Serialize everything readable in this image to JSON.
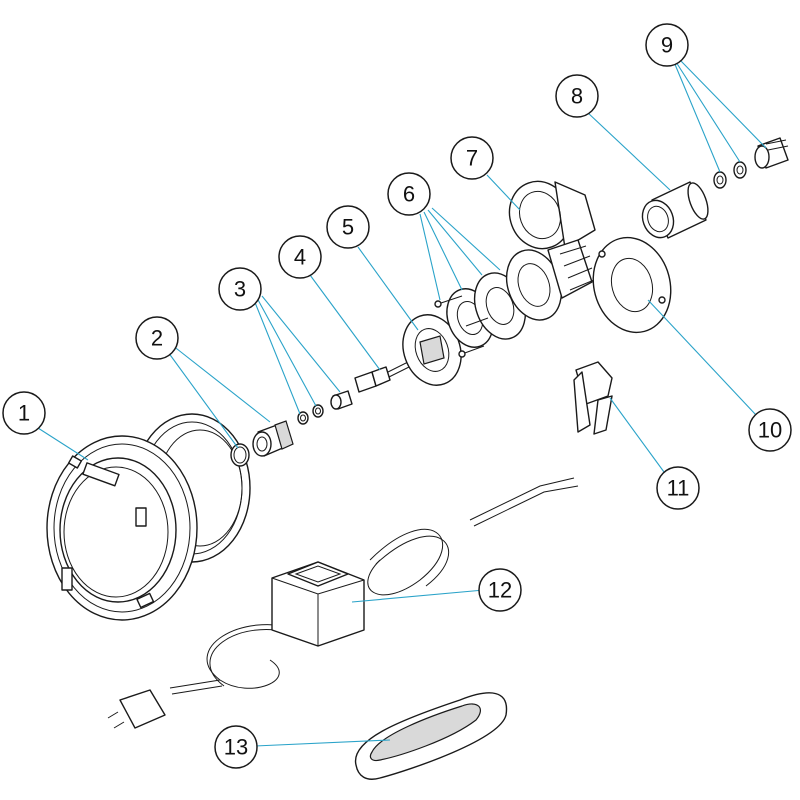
{
  "colors": {
    "line": "#1a1a1a",
    "leader": "#2aa3c9",
    "background": "#ffffff",
    "fill_shade": "#d9d9d9"
  },
  "callouts": [
    {
      "id": "1",
      "label": "1"
    },
    {
      "id": "2",
      "label": "2"
    },
    {
      "id": "3",
      "label": "3"
    },
    {
      "id": "4",
      "label": "4"
    },
    {
      "id": "5",
      "label": "5"
    },
    {
      "id": "6",
      "label": "6"
    },
    {
      "id": "7",
      "label": "7"
    },
    {
      "id": "8",
      "label": "8"
    },
    {
      "id": "9",
      "label": "9"
    },
    {
      "id": "10",
      "label": "10"
    },
    {
      "id": "11",
      "label": "11"
    },
    {
      "id": "12",
      "label": "12"
    },
    {
      "id": "13",
      "label": "13"
    }
  ]
}
